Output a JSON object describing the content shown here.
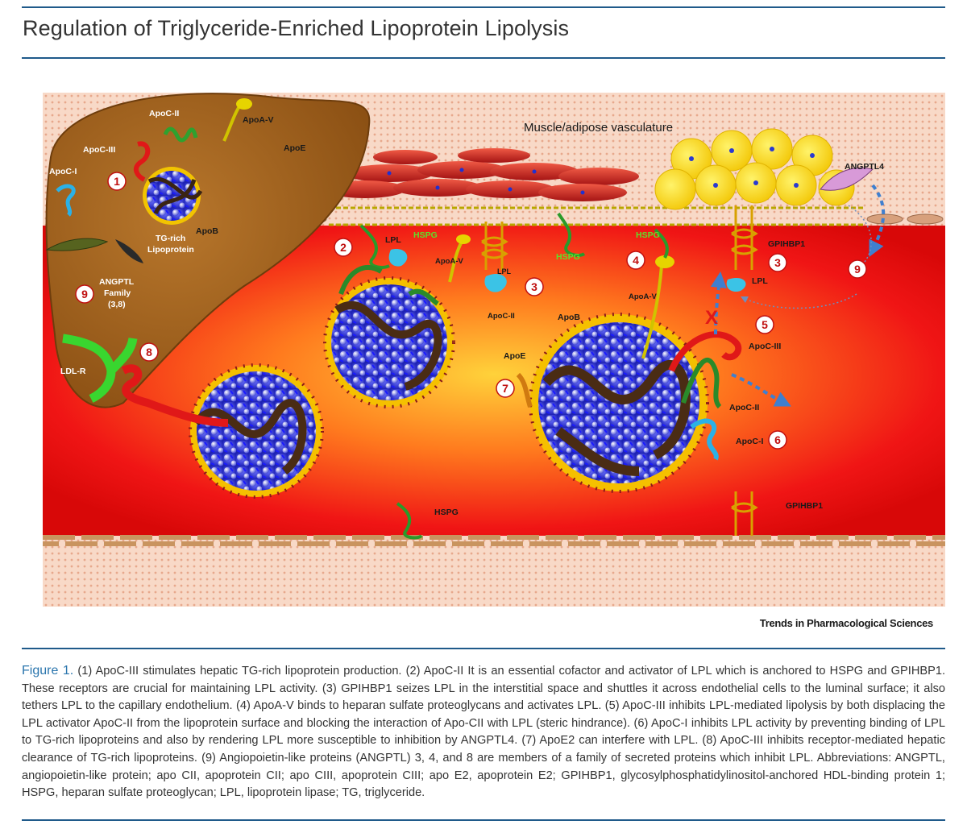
{
  "header": {
    "title": "Regulation of Triglyceride-Enriched Lipoprotein Lipolysis"
  },
  "diagram": {
    "region_label": "Muscle/adipose vasculature",
    "labels": {
      "apoc2": "ApoC-II",
      "apoa5": "ApoA-V",
      "apoc3": "ApoC-III",
      "apoe": "ApoE",
      "apoc1": "ApoC-I",
      "apob": "ApoB",
      "tg_rich_1": "TG-rich",
      "tg_rich_2": "Lipoprotein",
      "angptl_1": "ANGPTL",
      "angptl_2": "Family",
      "angptl_3": "(3,8)",
      "ldlr": "LDL-R",
      "lpl": "LPL",
      "hspg": "HSPG",
      "gpihbp1": "GPIHBP1",
      "angptl4": "ANGPTL4",
      "x_mark": "X"
    },
    "steps": [
      "1",
      "2",
      "3",
      "4",
      "5",
      "6",
      "7",
      "8",
      "9"
    ]
  },
  "credit": "Trends in Pharmacological Sciences",
  "caption": {
    "lead": "Figure 1.",
    "text": " (1) ApoC-III stimulates hepatic TG-rich lipoprotein production. (2) ApoC-II It is an essential cofactor and activator of LPL which is anchored to HSPG and GPIHBP1. These receptors are crucial for maintaining LPL activity. (3) GPIHBP1 seizes LPL in the interstitial space and shuttles it across endothelial cells to the luminal surface; it also tethers LPL to the capillary endothelium. (4) ApoA-V binds to heparan sulfate proteoglycans and activates LPL. (5) ApoC-III inhibits LPL-mediated lipolysis by both displacing the LPL activator ApoC-II from the lipoprotein surface and blocking the interaction of Apo-CII with LPL (steric hindrance). (6) ApoC-I inhibits LPL activity by preventing binding of LPL to TG-rich lipoproteins and also by rendering LPL more susceptible to inhibition by ANGPTL4. (7) ApoE2 can interfere with LPL. (8) ApoC-III inhibits receptor-mediated hepatic clearance of TG-rich lipoproteins. (9) Angiopoietin-like proteins (ANGPTL) 3, 4, and 8 are members of a family of secreted proteins which inhibit LPL. Abbreviations: ANGPTL, angiopoietin-like protein; apo CII, apoprotein CII; apo CIII, apoprotein CIII; apo E2, apoprotein E2; GPIHBP1, glycosylphosphatidylinositol-anchored HDL-binding protein 1; HSPG, heparan sulfate proteoglycan; LPL, lipoprotein lipase; TG, triglyceride."
  }
}
